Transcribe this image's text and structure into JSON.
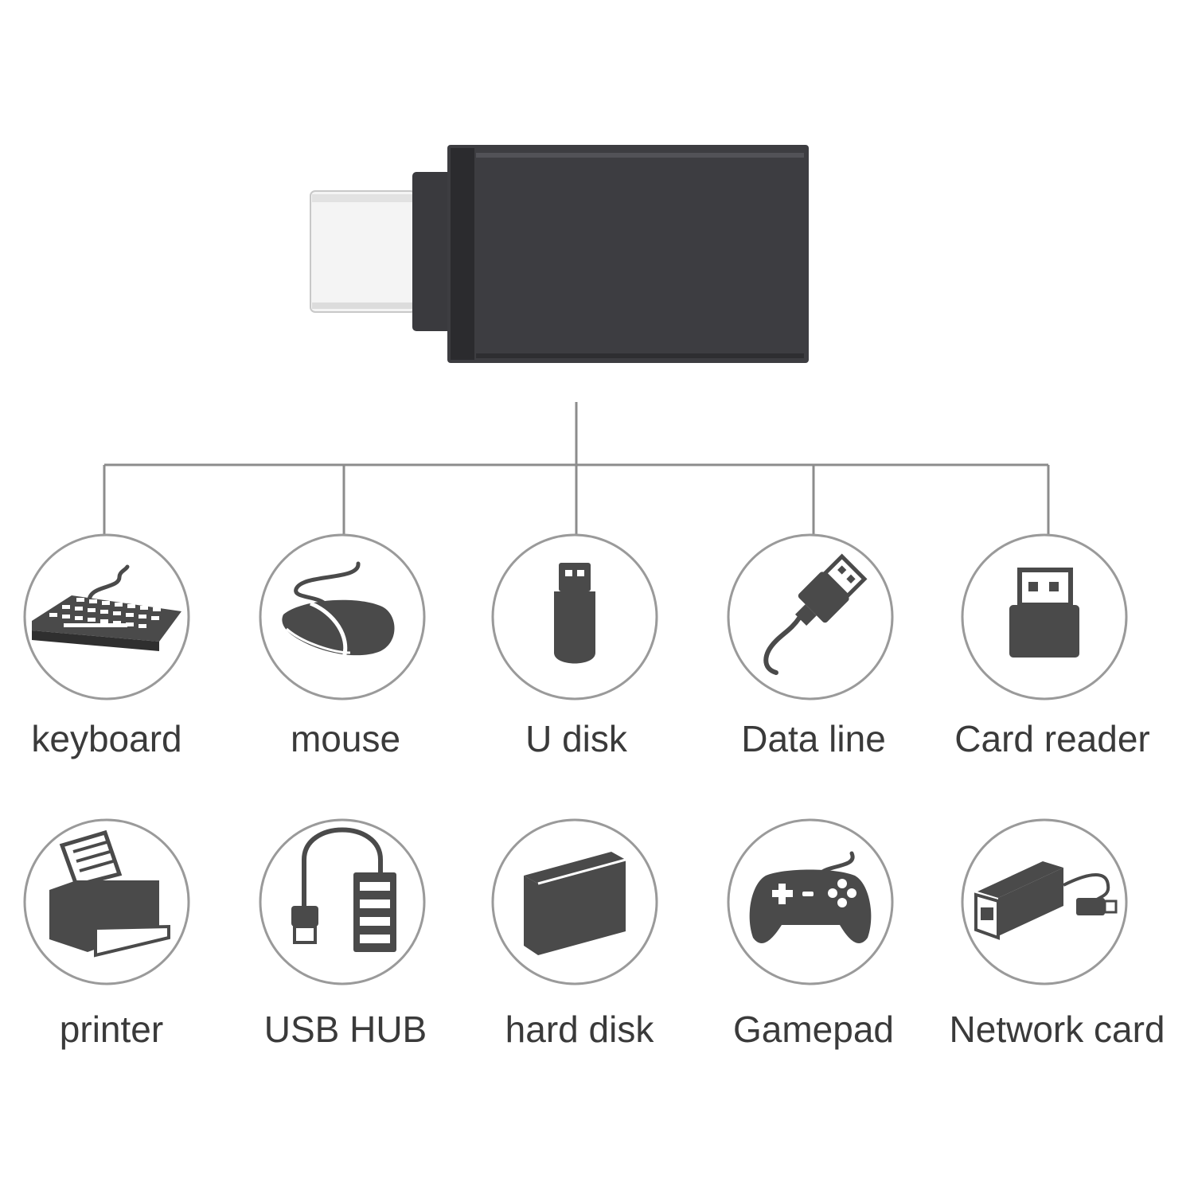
{
  "colors": {
    "adapter_body": "#3d3d41",
    "adapter_dark": "#2c2c2f",
    "connector": "#f2f2f2",
    "line": "#8c8c8c",
    "circle_stroke": "#9a9a9a",
    "icon": "#4a4a4a",
    "label_text": "#3a3a3a"
  },
  "adapter": {
    "icon": "usb-c-to-usb-a-otg-adapter-icon"
  },
  "devices": {
    "row1": [
      {
        "label": "keyboard",
        "icon": "keyboard-icon"
      },
      {
        "label": "mouse",
        "icon": "mouse-icon"
      },
      {
        "label": "U disk",
        "icon": "usb-flash-drive-icon"
      },
      {
        "label": "Data line",
        "icon": "usb-cable-icon"
      },
      {
        "label": "Card reader",
        "icon": "card-reader-icon"
      }
    ],
    "row2": [
      {
        "label": "printer",
        "icon": "printer-icon"
      },
      {
        "label": "USB HUB",
        "icon": "usb-hub-icon"
      },
      {
        "label": "hard disk",
        "icon": "hard-disk-icon"
      },
      {
        "label": "Gamepad",
        "icon": "gamepad-icon"
      },
      {
        "label": "Network card",
        "icon": "network-card-icon"
      }
    ]
  }
}
